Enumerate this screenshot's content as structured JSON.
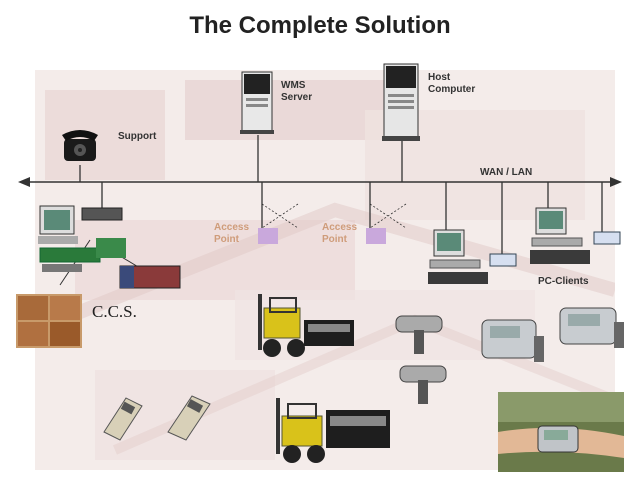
{
  "title": "The Complete Solution",
  "labels": {
    "support": "Support",
    "wms_server": "WMS\nServer",
    "host_computer": "Host\nComputer",
    "wan_lan": "WAN / LAN",
    "access_point_1": "Access\nPoint",
    "access_point_2": "Access\nPoint",
    "pc_clients": "PC-Clients",
    "ccs": "C.C.S."
  },
  "colors": {
    "network_line": "#333333",
    "background_photo": "#e8d8d4",
    "access_point": "#c9a8dc",
    "forklift": "#d9c21a"
  }
}
